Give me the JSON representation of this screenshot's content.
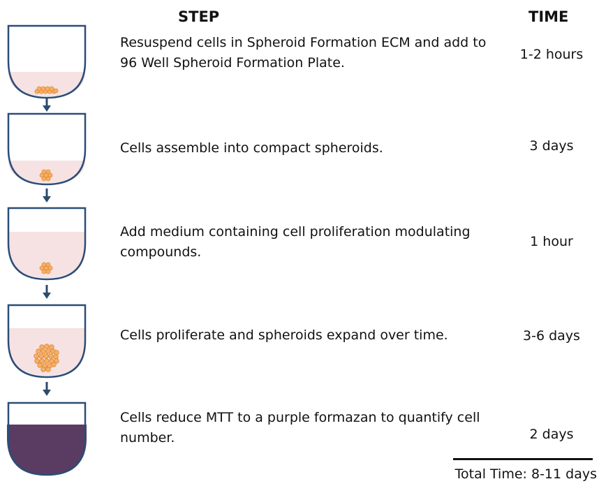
{
  "header": {
    "step": "STEP",
    "time": "TIME"
  },
  "steps": [
    {
      "text": "Resuspend cells in Spheroid Formation ECM and add to 96 Well Spheroid Formation Plate.",
      "time": "1-2 hours"
    },
    {
      "text": "Cells assemble into compact spheroids.",
      "time": "3 days"
    },
    {
      "text": "Add medium containing cell proliferation modulating compounds.",
      "time": "1 hour"
    },
    {
      "text": "Cells proliferate and spheroids expand over time.",
      "time": "3-6 days"
    },
    {
      "text": "Cells reduce MTT to a purple formazan to quantify cell number.",
      "time": "2 days"
    }
  ],
  "total": {
    "label": "Total Time:",
    "value": "8-11 days"
  },
  "colors": {
    "medium": "#f6e2e2",
    "cells": "#f5b068",
    "cell_outline": "#e0882f",
    "formazan": "#5a3b62",
    "arrow": "#2d4b6e",
    "well_outline": "#2b4d78"
  }
}
